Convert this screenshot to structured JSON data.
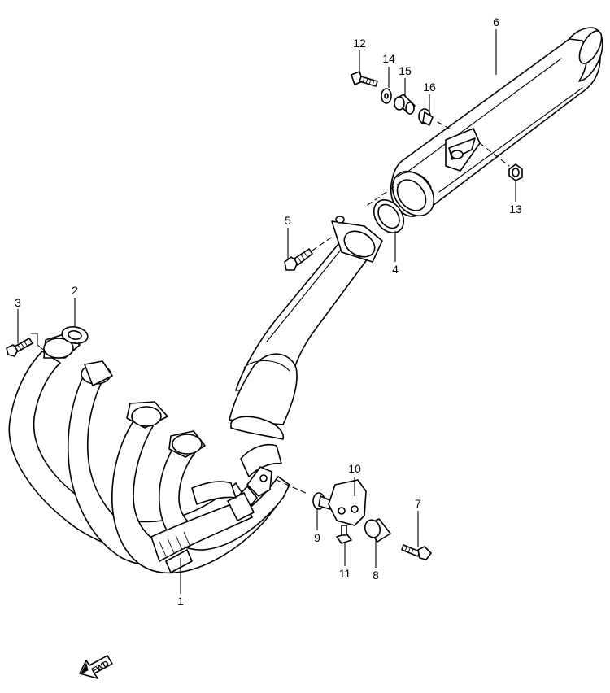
{
  "callouts": [
    {
      "id": "1",
      "label": "1"
    },
    {
      "id": "2",
      "label": "2"
    },
    {
      "id": "3",
      "label": "3"
    },
    {
      "id": "4",
      "label": "4"
    },
    {
      "id": "5",
      "label": "5"
    },
    {
      "id": "6",
      "label": "6"
    },
    {
      "id": "7",
      "label": "7"
    },
    {
      "id": "8",
      "label": "8"
    },
    {
      "id": "9",
      "label": "9"
    },
    {
      "id": "10",
      "label": "10"
    },
    {
      "id": "11",
      "label": "11"
    },
    {
      "id": "12",
      "label": "12"
    },
    {
      "id": "13",
      "label": "13"
    },
    {
      "id": "14",
      "label": "14"
    },
    {
      "id": "15",
      "label": "15"
    },
    {
      "id": "16",
      "label": "16"
    }
  ],
  "direction_arrow": {
    "label": "FWD"
  }
}
